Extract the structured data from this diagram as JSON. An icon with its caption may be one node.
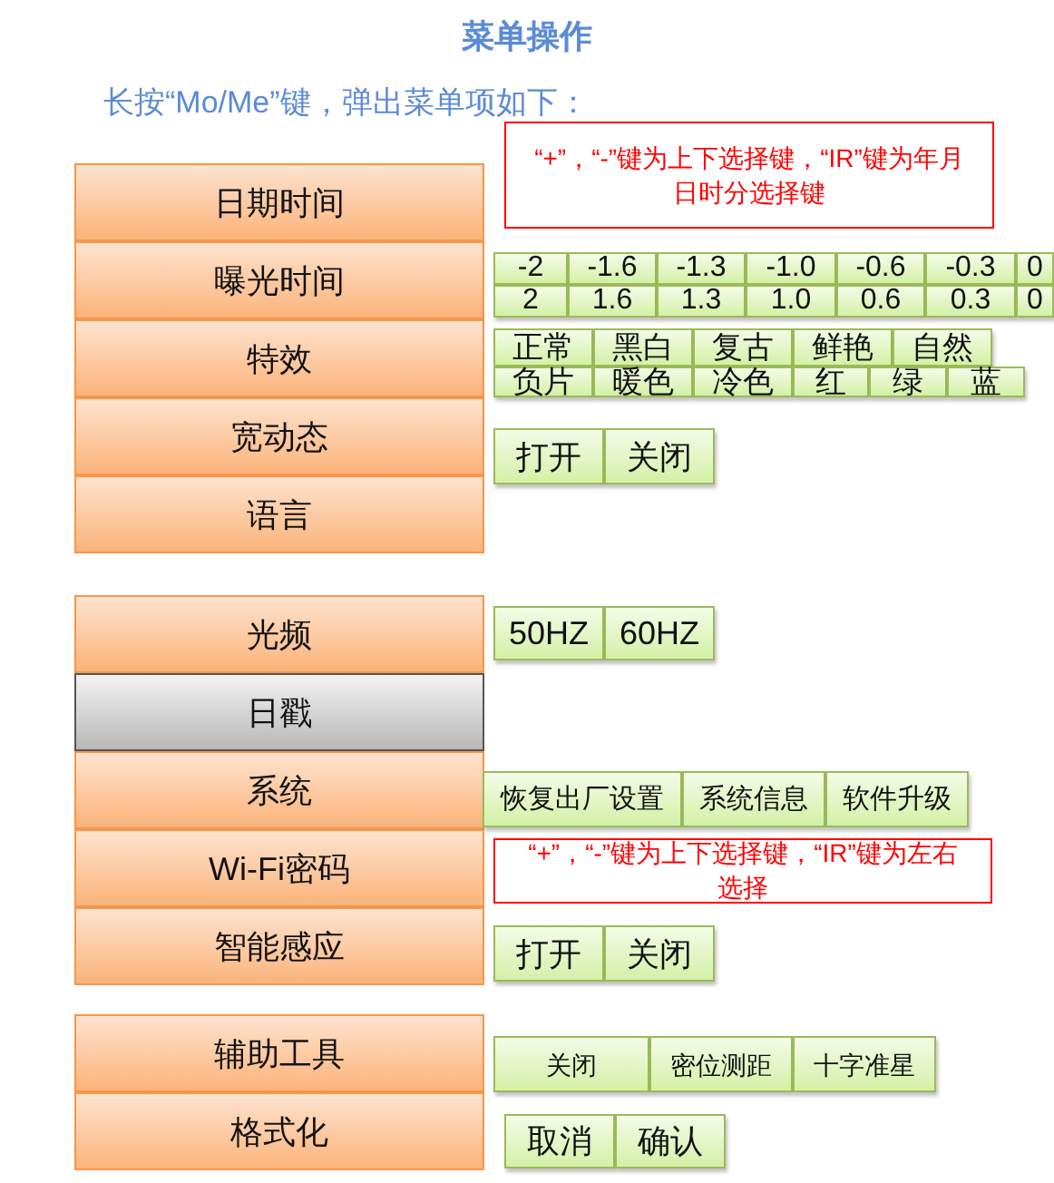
{
  "diagram": {
    "title": "菜单操作",
    "labels": [
      "长按“Mo/Me”键，弹出菜单项如下："
    ],
    "nodes": [
      {
        "text": [
          "“+”，“-”键为上下选择键，“IR”键为年月日时分选择键"
        ]
      },
      {
        "text": [
          "日期时间"
        ]
      },
      {
        "text": [
          "曝光时间"
        ]
      },
      {
        "text": [
          "-2"
        ]
      },
      {
        "text": [
          "-1.6"
        ]
      },
      {
        "text": [
          "-1.3"
        ]
      },
      {
        "text": [
          "-1.0"
        ]
      },
      {
        "text": [
          "-0.6"
        ]
      },
      {
        "text": [
          "-0.3"
        ]
      },
      {
        "text": [
          "0"
        ]
      },
      {
        "text": [
          "2"
        ]
      },
      {
        "text": [
          "1.6"
        ]
      },
      {
        "text": [
          "1.3"
        ]
      },
      {
        "text": [
          "1.0"
        ]
      },
      {
        "text": [
          "0.6"
        ]
      },
      {
        "text": [
          "0.3"
        ]
      },
      {
        "text": [
          "0"
        ]
      },
      {
        "text": [
          "特效"
        ]
      },
      {
        "text": [
          "正常"
        ]
      },
      {
        "text": [
          "黑白"
        ]
      },
      {
        "text": [
          "复古"
        ]
      },
      {
        "text": [
          "鲜艳"
        ]
      },
      {
        "text": [
          "自然"
        ]
      },
      {
        "text": [
          "负片"
        ]
      },
      {
        "text": [
          "暖色"
        ]
      },
      {
        "text": [
          "冷色"
        ]
      },
      {
        "text": [
          "红"
        ]
      },
      {
        "text": [
          "绿"
        ]
      },
      {
        "text": [
          "蓝"
        ]
      },
      {
        "text": [
          "宽动态"
        ]
      },
      {
        "text": [
          "打开"
        ]
      },
      {
        "text": [
          "关闭"
        ]
      },
      {
        "text": [
          "语言"
        ]
      },
      {
        "text": [
          "光频"
        ]
      },
      {
        "text": [
          "50HZ"
        ]
      },
      {
        "text": [
          "60HZ"
        ]
      },
      {
        "text": [
          "日戳"
        ]
      },
      {
        "text": [
          "系统"
        ]
      },
      {
        "text": [
          "恢复出厂设置"
        ]
      },
      {
        "text": [
          "系统信息"
        ]
      },
      {
        "text": [
          "软件升级"
        ]
      },
      {
        "text": [
          "Wi-Fi密码"
        ]
      },
      {
        "text": [
          "“+”，“-”键为上下选择键，“IR”键为左右选择"
        ]
      },
      {
        "text": [
          "智能感应"
        ]
      },
      {
        "text": [
          "打开"
        ]
      },
      {
        "text": [
          "关闭"
        ]
      },
      {
        "text": [
          "辅助工具"
        ]
      },
      {
        "text": [
          "关闭"
        ]
      },
      {
        "text": [
          "密位测距"
        ]
      },
      {
        "text": [
          "十字准星"
        ]
      },
      {
        "text": [
          "格式化"
        ]
      },
      {
        "text": [
          "取消"
        ]
      },
      {
        "text": [
          "确认"
        ]
      }
    ]
  }
}
